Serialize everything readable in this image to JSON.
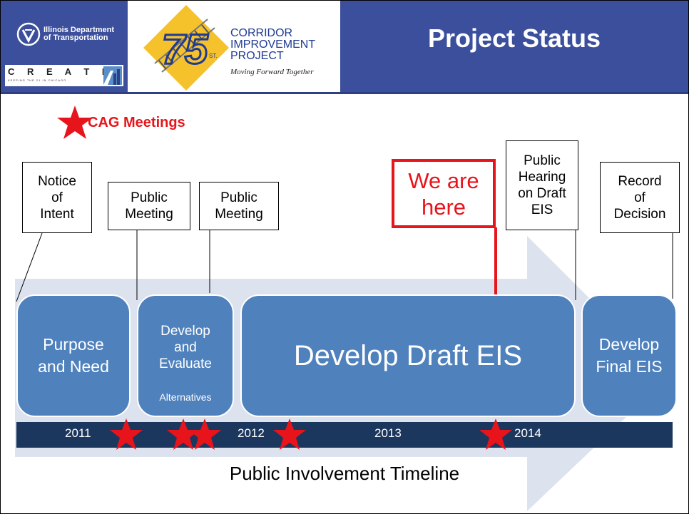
{
  "header": {
    "agency": "Illinois Department\nof Transportation",
    "create_word": "C R E A T E",
    "create_sub": "KEEPING THE 21 IN CHICAGO",
    "logo_number": "75",
    "logo_suffix": "ST.",
    "corridor_name": "CORRIDOR\nIMPROVEMENT\nPROJECT",
    "tagline": "Moving Forward Together",
    "title": "Project Status"
  },
  "legend": {
    "label": "CAG Meetings",
    "star_color": "#e8141b"
  },
  "milestones": [
    {
      "label": "Notice\nof\nIntent"
    },
    {
      "label": "Public\nMeeting"
    },
    {
      "label": "Public\nMeeting"
    },
    {
      "label": "Public\nHearing\non Draft\nEIS"
    },
    {
      "label": "Record\nof\nDecision"
    }
  ],
  "current_marker": {
    "label": "We are\nhere",
    "color": "#e8141b"
  },
  "phases": [
    {
      "label": "Purpose\nand Need"
    },
    {
      "label_main": "Develop\nand\nEvaluate",
      "label_small": "Alternatives"
    },
    {
      "label": "Develop Draft EIS"
    },
    {
      "label": "Develop\nFinal EIS"
    }
  ],
  "timeline": {
    "years": [
      "2011",
      "2012",
      "2013",
      "2014"
    ],
    "bar_color": "#1c375e"
  },
  "footer": "Public Involvement Timeline",
  "colors": {
    "header_blue": "#3b4f9c",
    "phase_blue": "#4f81bd",
    "arrow_gray": "#dce3ee",
    "accent_red": "#e8141b"
  },
  "icons": [
    "idot-logo-icon",
    "create-logo-icon",
    "75th-corridor-logo-icon",
    "star-icon"
  ]
}
